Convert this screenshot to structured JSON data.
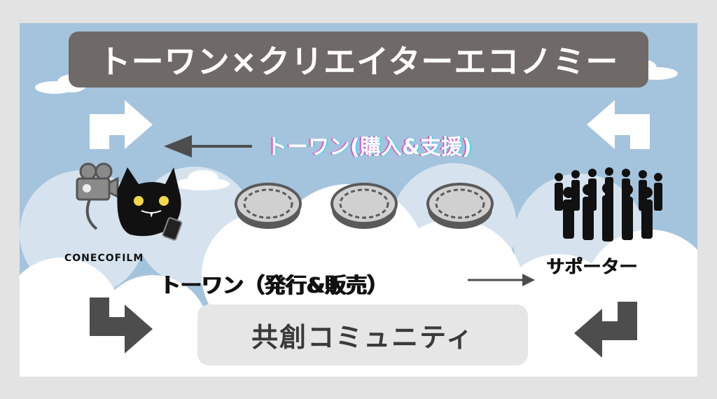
{
  "title": "トーワン×クリエイターエコノミー",
  "purchase_label": "トーワン(購入&支援)",
  "issue_label": "トーワン（発行&販売）",
  "creator": {
    "name": "CONECOFILM"
  },
  "supporter_label": "サポーター",
  "community_label": "共創コミュニティ",
  "icons": [
    "camera-icon",
    "cat-icon",
    "smartphone-icon",
    "coin-icon",
    "crowd-icon",
    "arrow-icon"
  ],
  "colors": {
    "background": "#a4c3dd",
    "title_box": "#6f6a67",
    "community_box": "#e6e6e6",
    "arrow": "#4d4d4d",
    "cloud": "#ffffff"
  }
}
